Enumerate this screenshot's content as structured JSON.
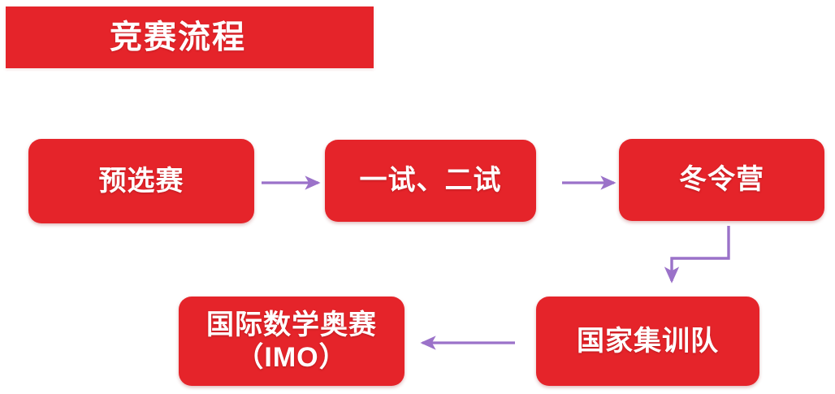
{
  "banner": {
    "title": "竞赛流程",
    "background_color": "#e5242a",
    "text_color": "#ffffff"
  },
  "theme": {
    "node_fill": "#e5242a",
    "node_text": "#ffffff",
    "arrow_color": "#9b72c9",
    "page_background": "#ffffff"
  },
  "flow": {
    "nodes": [
      {
        "id": "preliminary",
        "label": "预选赛"
      },
      {
        "id": "tests",
        "label": "一试、二试"
      },
      {
        "id": "winter_camp",
        "label": "冬令营"
      },
      {
        "id": "national_team",
        "label": "国家集训队"
      },
      {
        "id": "imo",
        "label": "国际数学奥赛\n（IMO）"
      }
    ],
    "edges": [
      {
        "id": "e1",
        "from": "preliminary",
        "to": "tests",
        "direction": "right",
        "style": "straight"
      },
      {
        "id": "e2",
        "from": "tests",
        "to": "winter_camp",
        "direction": "right",
        "style": "straight"
      },
      {
        "id": "e3",
        "from": "winter_camp",
        "to": "national_team",
        "direction": "down",
        "style": "elbow"
      },
      {
        "id": "e4",
        "from": "national_team",
        "to": "imo",
        "direction": "left",
        "style": "straight"
      }
    ]
  }
}
